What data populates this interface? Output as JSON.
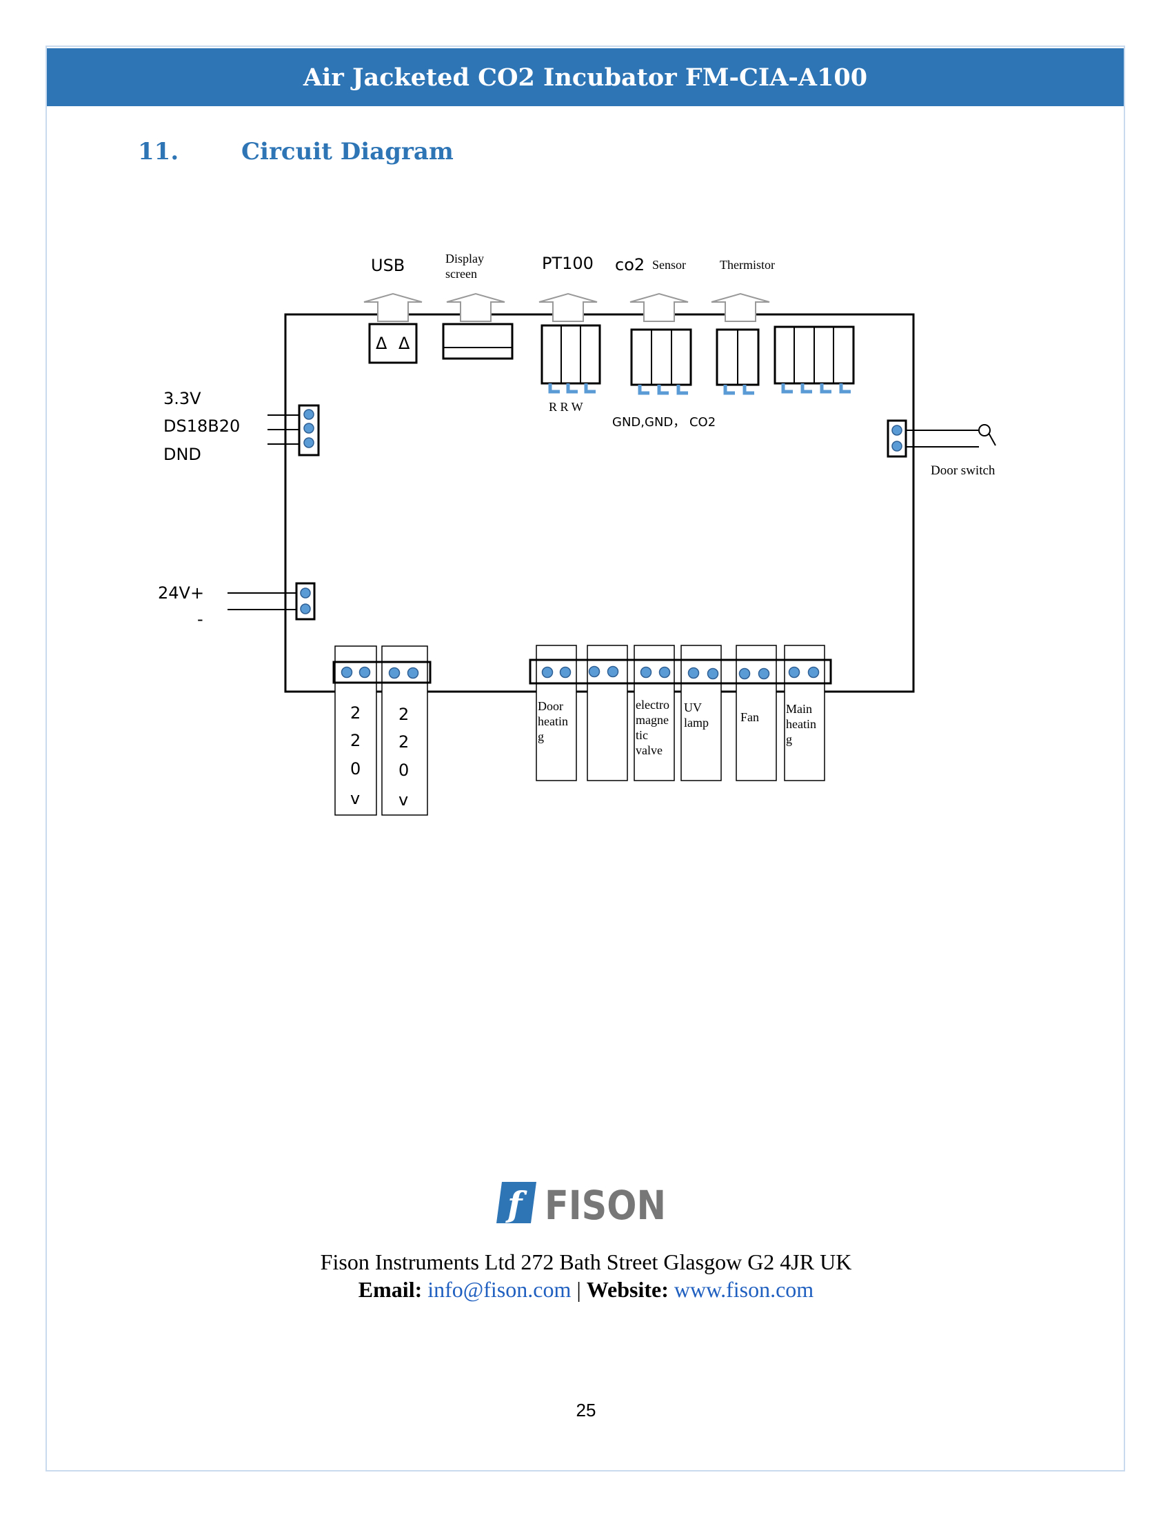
{
  "header": {
    "title": "Air Jacketed CO2 Incubator FM-CIA-A100"
  },
  "section": {
    "number": "11.",
    "title": "Circuit Diagram"
  },
  "diagram": {
    "top_labels": {
      "usb": "USB",
      "display_1": "Display",
      "display_2": "screen",
      "pt100": "PT100",
      "co2": "co2",
      "sensor": "Sensor",
      "thermistor": "Thermistor"
    },
    "pt100_pins": "R  R  W",
    "co2_pins": "GND,GND，  CO2",
    "left_labels": {
      "v33": "3.3V",
      "ds18b20": "DS18B20",
      "dnd": "DND",
      "v24": "24V+",
      "minus": "-"
    },
    "door_switch": "Door switch",
    "power_vertical": [
      "2",
      "2",
      "0",
      "v"
    ],
    "outputs": {
      "door_heating": [
        "Door",
        "heatin",
        "g"
      ],
      "electromagnetic": [
        "electro",
        "magne",
        "tic",
        "valve"
      ],
      "uv_lamp": [
        "UV",
        "lamp"
      ],
      "fan": [
        "Fan"
      ],
      "main_heating": [
        "Main",
        "heatin",
        "g"
      ]
    },
    "colors": {
      "pin": "#5b9bd5",
      "pin_stroke": "#2e5f94",
      "line": "#000000",
      "arrow": "#999999"
    }
  },
  "logo": {
    "text": "FISON",
    "mark": "f"
  },
  "footer": {
    "address": "Fison Instruments Ltd 272 Bath Street Glasgow G2 4JR UK",
    "email_label": "Email:",
    "email": "info@fison.com",
    "separator": " | ",
    "website_label": "Website:",
    "website": "www.fison.com"
  },
  "page_number": "25"
}
